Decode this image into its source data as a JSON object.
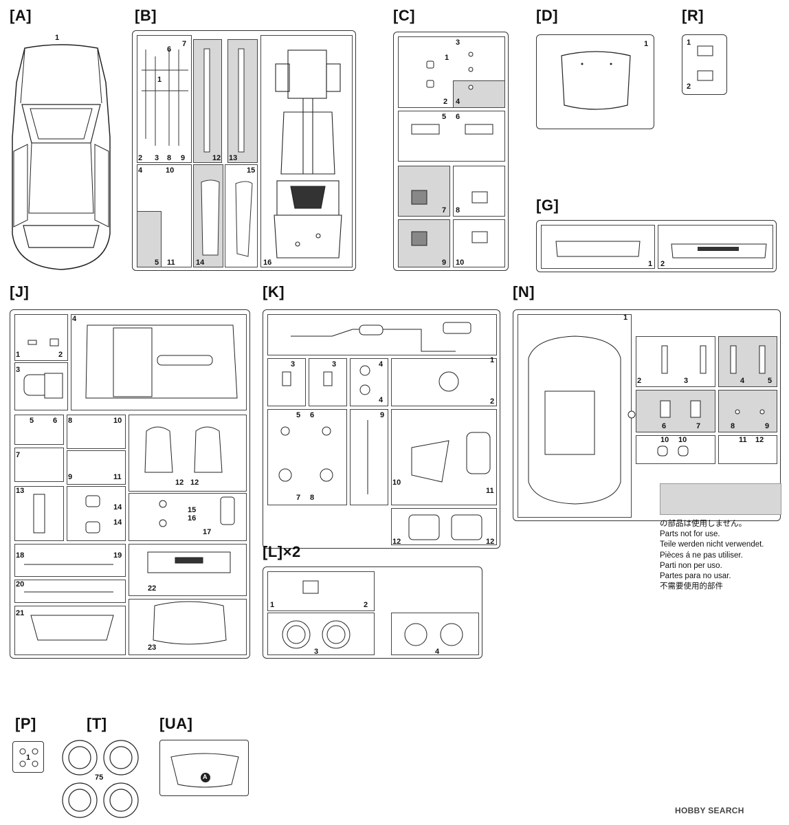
{
  "sheet": {
    "labels": {
      "A": "[A]",
      "B": "[B]",
      "C": "[C]",
      "D": "[D]",
      "R": "[R]",
      "G": "[G]",
      "J": "[J]",
      "K": "[K]",
      "N": "[N]",
      "L": "[L]×2",
      "P": "[P]",
      "T": "[T]",
      "UA": "[UA]"
    },
    "parts": {
      "A": [
        "1"
      ],
      "B": [
        "1",
        "2",
        "3",
        "4",
        "5",
        "6",
        "7",
        "8",
        "9",
        "10",
        "11",
        "12",
        "13",
        "14",
        "15",
        "16"
      ],
      "C": [
        "1",
        "2",
        "3",
        "4",
        "5",
        "6",
        "7",
        "8",
        "9",
        "10"
      ],
      "D": [
        "1"
      ],
      "R": [
        "1",
        "2"
      ],
      "G": [
        "1",
        "2"
      ],
      "J": [
        "1",
        "2",
        "3",
        "4",
        "5",
        "6",
        "7",
        "8",
        "9",
        "10",
        "11",
        "12",
        "12",
        "13",
        "14",
        "14",
        "15",
        "16",
        "17",
        "18",
        "19",
        "20",
        "21",
        "22",
        "23"
      ],
      "K": [
        "1",
        "2",
        "3",
        "3",
        "4",
        "4",
        "5",
        "6",
        "7",
        "8",
        "9",
        "10",
        "11",
        "12",
        "12"
      ],
      "N": [
        "1",
        "2",
        "3",
        "4",
        "5",
        "6",
        "7",
        "8",
        "9",
        "10",
        "10",
        "11",
        "12"
      ],
      "L": [
        "1",
        "2",
        "3",
        "4"
      ],
      "P": [
        "1"
      ],
      "T": [
        "75"
      ],
      "UA": [
        "A"
      ]
    }
  },
  "legend": {
    "lines": [
      "の部品は使用しません。",
      "Parts not for use.",
      "Teile werden nicht verwendet.",
      "Pièces á ne pas utiliser.",
      "Parti non per uso.",
      "Partes para no usar.",
      "不需要使用的部件"
    ],
    "swatch_color": "#d7d7d7"
  },
  "watermark": "HOBBY SEARCH"
}
